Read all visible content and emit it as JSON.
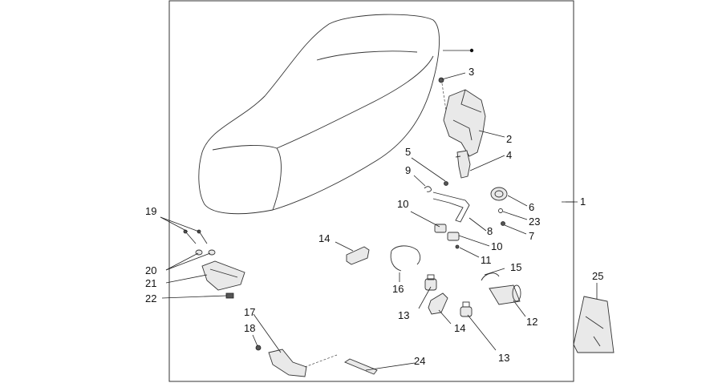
{
  "callouts": {
    "c1": "1",
    "c2": "2",
    "c3": "3",
    "c4": "4",
    "c5": "5",
    "c6": "6",
    "c7": "7",
    "c8": "8",
    "c9": "9",
    "c10a": "10",
    "c10b": "10",
    "c11": "11",
    "c12": "12",
    "c13a": "13",
    "c13b": "13",
    "c14a": "14",
    "c14b": "14",
    "c15": "15",
    "c16": "16",
    "c17": "17",
    "c18": "18",
    "c19": "19",
    "c20": "20",
    "c21": "21",
    "c22": "22",
    "c23": "23",
    "c24": "24",
    "c25": "25"
  }
}
